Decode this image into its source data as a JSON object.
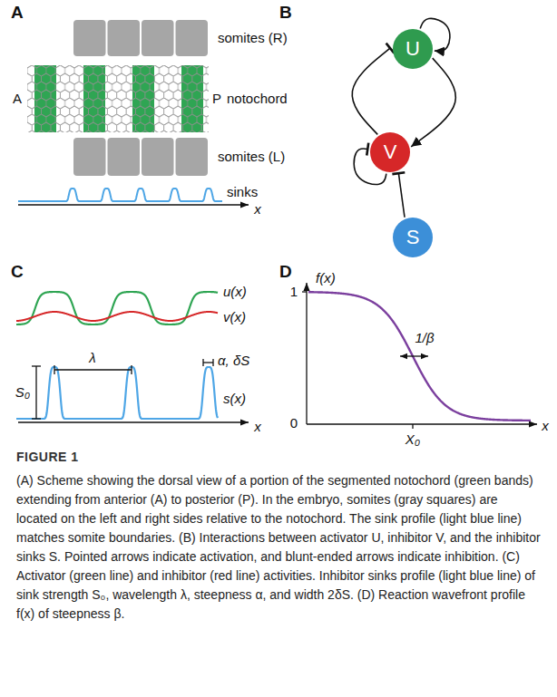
{
  "diagram": {
    "title": "FIGURE 1",
    "caption": "(A) Scheme showing the dorsal view of a portion of the segmented notochord (green bands) extending from anterior (A) to posterior (P). In the embryo, somites (gray squares) are located on the left and right sides relative to the notochord. The sink profile (light blue line) matches somite boundaries. (B) Interactions between activator U, inhibitor V, and the inhibitor sinks S. Pointed arrows indicate activation, and blunt-ended arrows indicate inhibition. (C) Activator (green line) and inhibitor (red line) activities. Inhibitor sinks profile (light blue line) of sink strength S₀, wavelength λ, steepness α, and width 2δS. (D) Reaction wavefront profile f(x) of steepness β.",
    "nodes": [
      {
        "text": [
          "U"
        ]
      },
      {
        "text": [
          "V"
        ]
      },
      {
        "text": [
          "S"
        ]
      }
    ],
    "edges": [
      {
        "from": 0,
        "to": 0,
        "arrow": "to"
      },
      {
        "from": 1,
        "to": 0,
        "arrow": "to"
      },
      {
        "from": 0,
        "to": 1,
        "arrow": "to"
      },
      {
        "from": 1,
        "to": 1,
        "arrow": "to"
      },
      {
        "from": 2,
        "to": 1,
        "arrow": "to"
      }
    ],
    "labels": [
      "A",
      "somites (R)",
      "A",
      "P",
      "notochord",
      "somites (L)",
      "sinks",
      "x",
      "B",
      "C",
      "u(x)",
      "v(x)",
      "λ",
      "α, δS",
      "S₀",
      "s(x)",
      "x",
      "D",
      "f(x)",
      "1",
      "1/β",
      "0",
      "X₀",
      "x"
    ]
  }
}
